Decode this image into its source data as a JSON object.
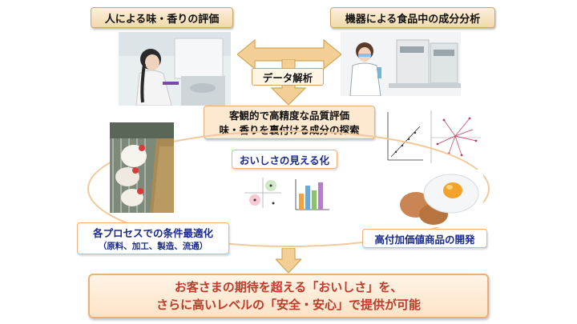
{
  "top_left_label": "人による味・香りの評価",
  "top_right_label": "機器による食品中の成分分析",
  "data_analysis_label": "データ解析",
  "center_box": {
    "line1": "客観的で高精度な品質評価",
    "line2": "味・香りを裏付ける成分の探索"
  },
  "visualization_label": "おいしさの見える化",
  "process_label": {
    "line1": "各プロセスでの条件最適化",
    "line2": "（原料、加工、製造、流通）"
  },
  "high_value_label": "高付加価値商品の開発",
  "final_box": {
    "line1": "お客さまの期待を超える「おいしさ」を、",
    "line2": "さらに高いレベルの「安全・安心」で提供が可能"
  },
  "colors": {
    "tan_fill": "#f1d9aa",
    "orange_fill": "#fde9d0",
    "arrow_fill": "#f3cf95",
    "label_text": "#1a2a8c",
    "final_text": "#c0392b"
  }
}
